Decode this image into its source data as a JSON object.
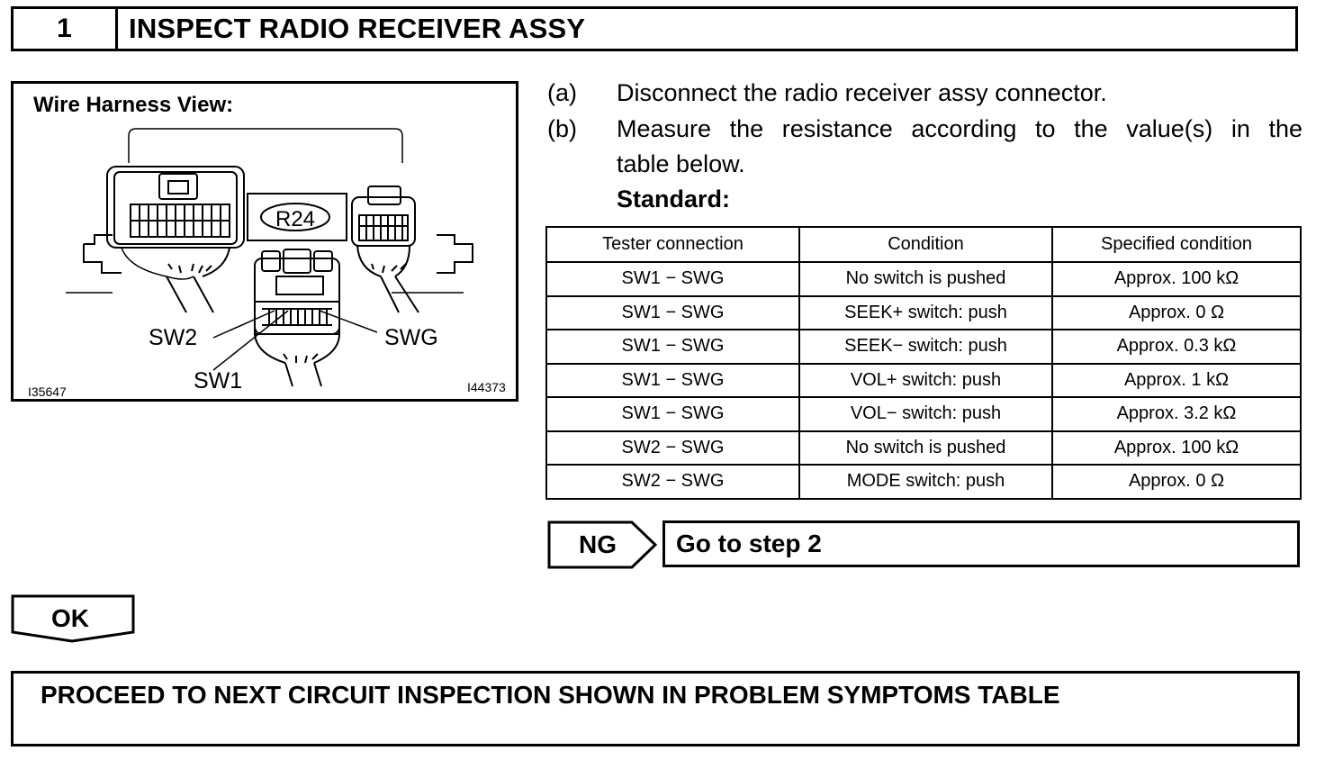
{
  "step": {
    "number": "1",
    "title": "INSPECT RADIO RECEIVER ASSY"
  },
  "figure": {
    "caption": "Wire Harness View:",
    "connector_label": "R24",
    "pin_labels": {
      "sw2": "SW2",
      "sw1": "SW1",
      "swg": "SWG"
    },
    "ids": {
      "left": "I35647",
      "right": "I44373"
    }
  },
  "instructions": [
    {
      "mark": "(a)",
      "text": "Disconnect the radio receiver assy connector."
    },
    {
      "mark": "(b)",
      "text_line1": "Measure the resistance according to the value(s) in the",
      "text_line2": "table below."
    }
  ],
  "standard_label": "Standard:",
  "table": {
    "headers": [
      "Tester connection",
      "Condition",
      "Specified condition"
    ],
    "rows": [
      [
        "SW1 − SWG",
        "No switch is pushed",
        "Approx. 100 kΩ"
      ],
      [
        "SW1 − SWG",
        "SEEK+ switch: push",
        "Approx. 0 Ω"
      ],
      [
        "SW1 − SWG",
        "SEEK− switch: push",
        "Approx. 0.3 kΩ"
      ],
      [
        "SW1 − SWG",
        "VOL+ switch: push",
        "Approx. 1 kΩ"
      ],
      [
        "SW1 − SWG",
        "VOL− switch: push",
        "Approx. 3.2 kΩ"
      ],
      [
        "SW2 − SWG",
        "No switch is pushed",
        "Approx. 100 kΩ"
      ],
      [
        "SW2 − SWG",
        "MODE switch: push",
        "Approx. 0 Ω"
      ]
    ]
  },
  "ng": {
    "label": "NG",
    "action": "Go to step 2"
  },
  "ok": {
    "label": "OK"
  },
  "proceed": {
    "text": "PROCEED TO NEXT CIRCUIT INSPECTION SHOWN IN PROBLEM SYMPTOMS TABLE"
  }
}
